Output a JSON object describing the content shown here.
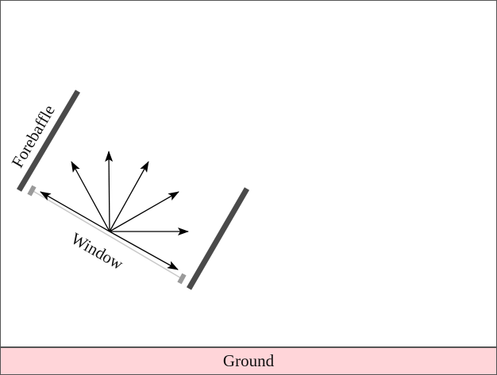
{
  "labels": {
    "forebaffle": "Forebaffle",
    "window": "Window",
    "ground": "Ground"
  },
  "colors": {
    "baffle": "#4a4a4a",
    "window_edge": "#9a9a9a",
    "window_line": "#c8c8c8",
    "arrow": "#000000",
    "ground_fill": "#ffd5d9",
    "frame": "#555555"
  }
}
